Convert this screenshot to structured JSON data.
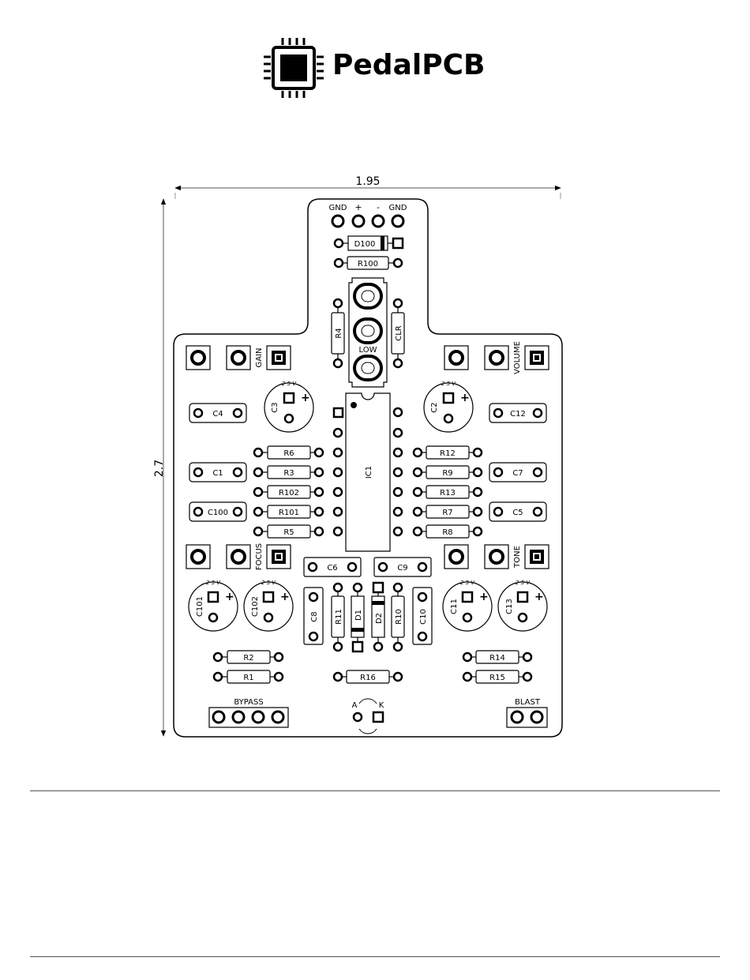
{
  "logo": {
    "icon": "chip-icon",
    "text": "PedalPCB"
  },
  "dimensions": {
    "width": "1.95",
    "height": "2.7"
  },
  "power": {
    "labels": [
      "GND",
      "+",
      "-",
      "GND"
    ]
  },
  "labels": {
    "low": "LOW",
    "gain": "GAIN",
    "volume": "VOLUME",
    "focus": "FOCUS",
    "tone": "TONE",
    "bypass": "BYPASS",
    "blast": "BLAST",
    "anode": "A",
    "cathode": "K",
    "cap_marks": "2 5 V"
  },
  "components": {
    "D100": "D100",
    "R100": "R100",
    "R4": "R4",
    "CLR": "CLR",
    "IC1": "IC1",
    "C3": "C3",
    "C2": "C2",
    "C4": "C4",
    "C12": "C12",
    "R6": "R6",
    "R3": "R3",
    "R102": "R102",
    "R101": "R101",
    "R5": "R5",
    "R12": "R12",
    "R9": "R9",
    "R13": "R13",
    "R7": "R7",
    "R8": "R8",
    "C1": "C1",
    "C100": "C100",
    "C7": "C7",
    "C5": "C5",
    "C6": "C6",
    "C9": "C9",
    "C8": "C8",
    "C10": "C10",
    "R11": "R11",
    "D1": "D1",
    "D2": "D2",
    "R10": "R10",
    "C101": "C101",
    "C102": "C102",
    "C11": "C11",
    "C13": "C13",
    "R2": "R2",
    "R1": "R1",
    "R14": "R14",
    "R15": "R15",
    "R16": "R16"
  },
  "colors": {
    "ink": "#000000",
    "background": "#ffffff",
    "rule": "#555555"
  }
}
